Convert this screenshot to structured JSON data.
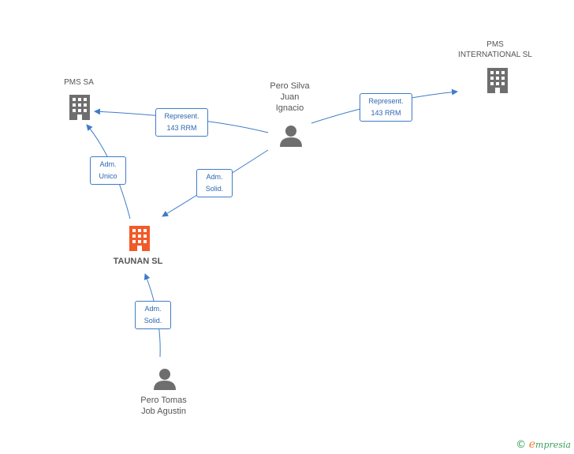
{
  "colors": {
    "edge": "#3f7cc8",
    "company_icon": "#6e6e6e",
    "focus_icon": "#f15a29",
    "person_icon": "#6e6e6e"
  },
  "nodes": {
    "pms_sa": {
      "label": "PMS SA",
      "icon": "building-icon"
    },
    "pms_international": {
      "label_line1": "PMS",
      "label_line2": "INTERNATIONAL SL",
      "icon": "building-icon"
    },
    "pero_silva": {
      "label_line1": "Pero Silva",
      "label_line2": "Juan",
      "label_line3": "Ignacio",
      "icon": "person-icon"
    },
    "taunan": {
      "label": "TAUNAN SL",
      "icon": "building-icon"
    },
    "pero_tomas": {
      "label_line1": "Pero Tomas",
      "label_line2": "Job Agustin",
      "icon": "person-icon"
    }
  },
  "edges": {
    "silva_to_pmssa": {
      "line1": "Represent.",
      "line2": "143 RRM"
    },
    "silva_to_intl": {
      "line1": "Represent.",
      "line2": "143 RRM"
    },
    "taunan_to_pmssa": {
      "line1": "Adm.",
      "line2": "Unico"
    },
    "silva_to_taunan": {
      "line1": "Adm.",
      "line2": "Solid."
    },
    "tomas_to_taunan": {
      "line1": "Adm.",
      "line2": "Solid."
    }
  },
  "brand": {
    "copyright": "©",
    "first_letter": "e",
    "rest": "mpresia"
  }
}
